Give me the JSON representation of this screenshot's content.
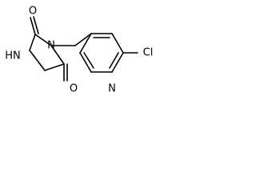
{
  "labels": {
    "oxygen_top": "O",
    "nh": "HN",
    "n_imide": "N",
    "oxygen_bottom": "O",
    "n_pyridine": "N",
    "chlorine": "Cl"
  },
  "colors": {
    "ink": "#000000",
    "background": "#ffffff"
  }
}
